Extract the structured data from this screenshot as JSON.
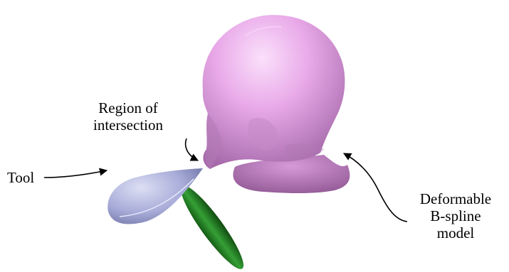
{
  "labels": {
    "region_line1": "Region of",
    "region_line2": "intersection",
    "tool": "Tool",
    "model_line1": "Deformable",
    "model_line2": "B-spline",
    "model_line3": "model"
  },
  "colors": {
    "head": "#e8a8e8",
    "tool": "#a8acd8",
    "handle": "#2a8a2a",
    "arrow": "#000000",
    "background": "#ffffff"
  }
}
